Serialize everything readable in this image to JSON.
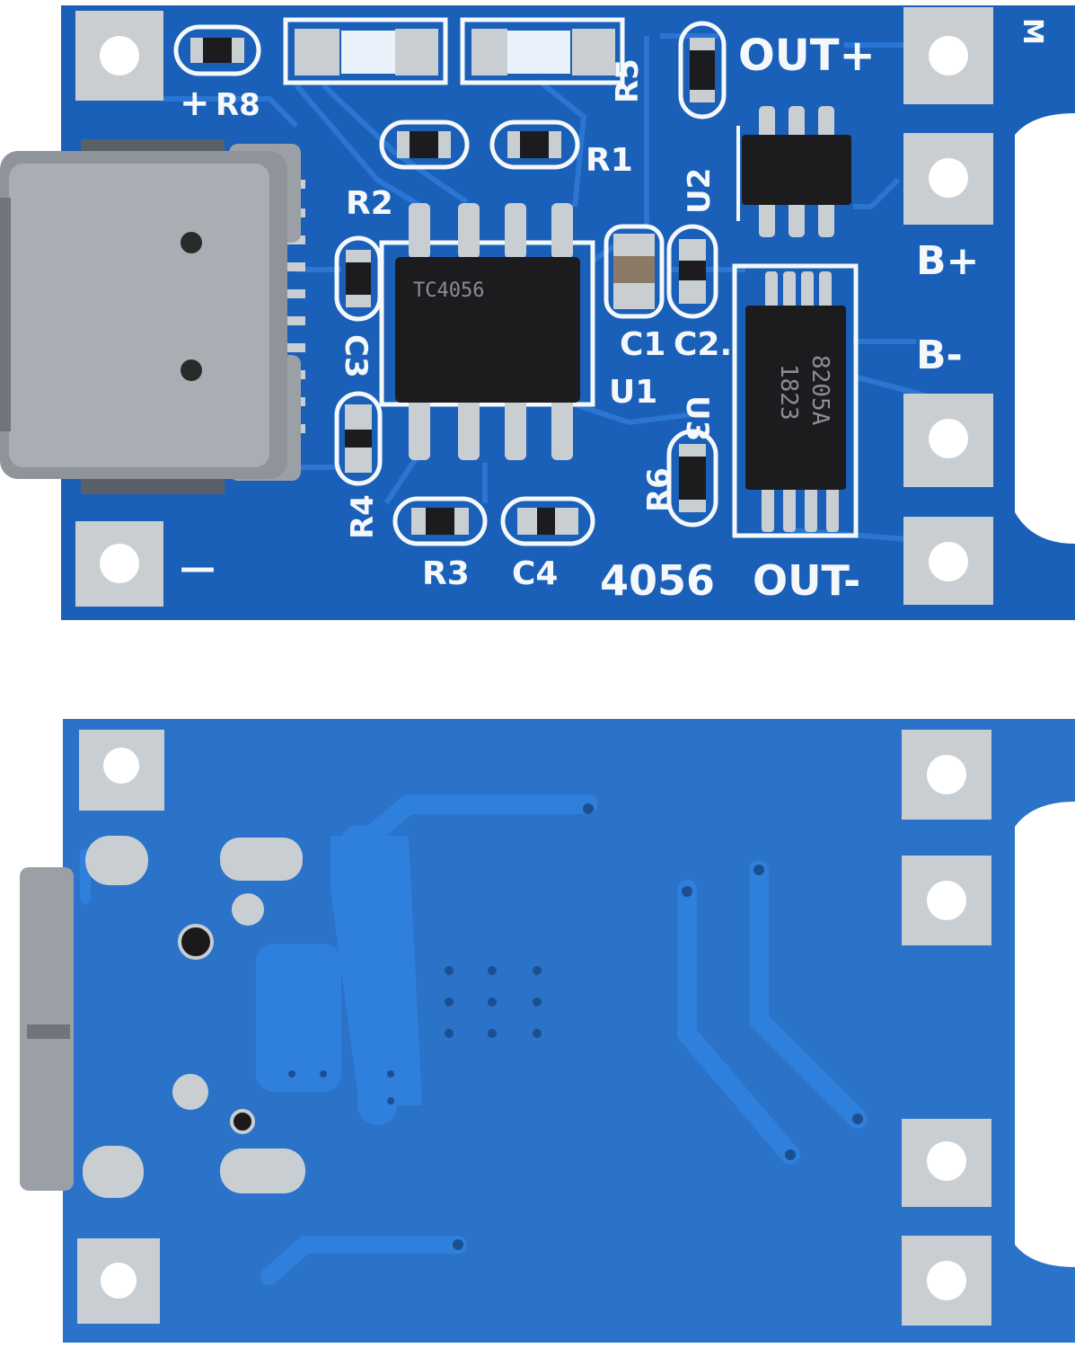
{
  "colors": {
    "background": "#ffffff",
    "pcb_blue": "#1a5fb8",
    "pcb_blue_back": "#2b72c9",
    "trace_blue": "#2a76d2",
    "silkscreen": "#f4f8fb",
    "pad_silver": "#c9ced2",
    "chip_black": "#1c1c1e",
    "connector_metal": "#9aa0a5"
  },
  "front": {
    "labels": {
      "out_plus": "OUT+",
      "out_minus": "OUT-",
      "b_plus": "B+",
      "b_minus": "B-",
      "model": "4056",
      "minus_sign": "—",
      "plus_sign": "+",
      "corner_mark": "M",
      "r8": "R8",
      "r5": "R5",
      "r1": "R1",
      "r2": "R2",
      "r3": "R3",
      "r4": "R4",
      "r6": "R6",
      "c1": "C1",
      "c2": "C2.",
      "c3": "C3",
      "c4": "C4",
      "u1": "U1",
      "u2": "U2",
      "u3": "U3"
    },
    "chips": {
      "u1_marking": "TC4056",
      "u3_marking_1": "8205A",
      "u3_marking_2": "1823"
    }
  },
  "icons": {
    "usb": "usb-c-connector-icon",
    "chip": "ic-chip-icon",
    "pad": "solder-pad-icon"
  }
}
